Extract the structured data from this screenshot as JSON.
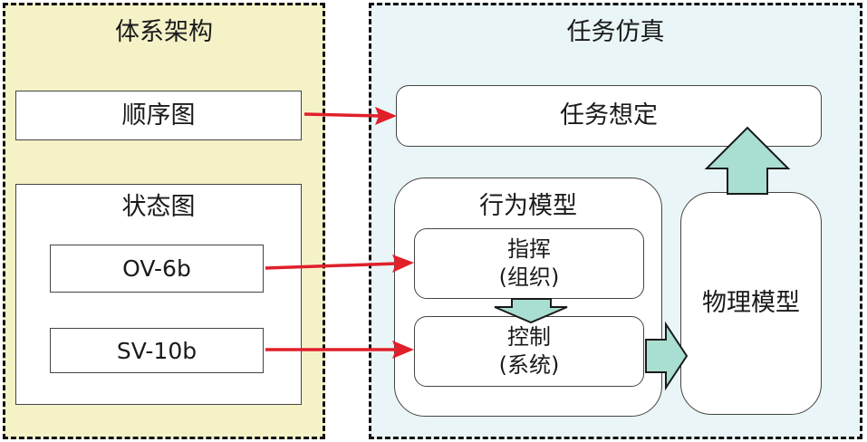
{
  "colors": {
    "left_panel_bg": "#f5f2c8",
    "right_panel_bg": "#eaf5f7",
    "arrow_red": "#e0202a",
    "block_arrow_fill": "#a9dfd3"
  },
  "architecture": {
    "title": "体系架构",
    "sequence_diagram": "顺序图",
    "state_diagram": {
      "title": "状态图",
      "items": [
        "OV-6b",
        "SV-10b"
      ]
    }
  },
  "simulation": {
    "title": "任务仿真",
    "mission_scenario": "任务想定",
    "behavior_model": {
      "title": "行为模型",
      "command": {
        "line1": "指挥",
        "line2": "(组织)"
      },
      "control": {
        "line1": "控制",
        "line2": "(系统)"
      }
    },
    "physical_model": "物理模型"
  }
}
